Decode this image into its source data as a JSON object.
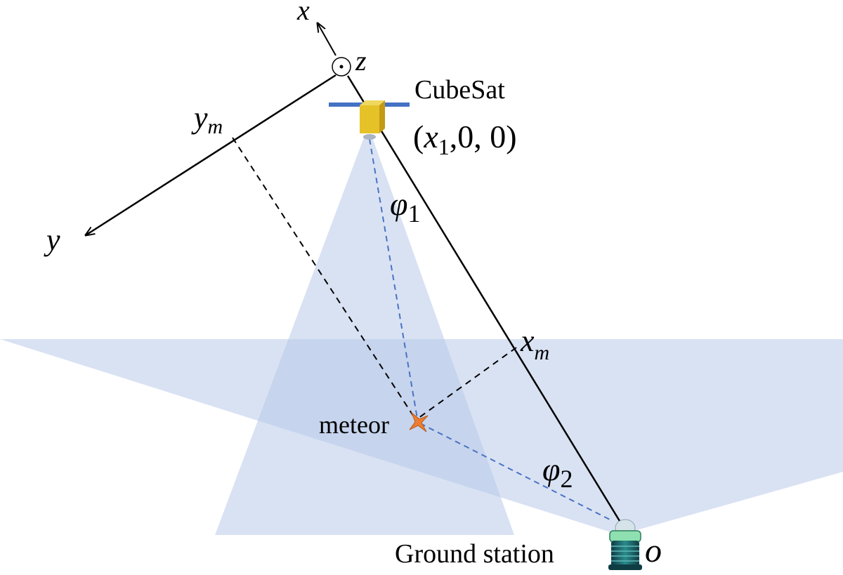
{
  "labels": {
    "axis_x": "x",
    "axis_y": "y",
    "axis_z": "z",
    "y_m": "y",
    "y_m_sub": "m",
    "x_m": "x",
    "x_m_sub": "m",
    "phi1": "φ",
    "phi1_sub": "1",
    "phi2": "φ",
    "phi2_sub": "2",
    "cubesat": "CubeSat",
    "coord_open": "(",
    "coord_x": "x",
    "coord_sub": "1",
    "coord_rest": ",0, 0)",
    "meteor": "meteor",
    "ground_station": "Ground station",
    "origin": "o"
  },
  "colors": {
    "fov_fill": "#b3c6e7",
    "dashed_blue": "#4a72c4",
    "dashed_black": "#000000",
    "solar_panel": "#4472c4",
    "cubesat_body": "#e6c229",
    "meteor": "#ee7d31",
    "station_body": "#2a8a8a"
  },
  "icons": {
    "satellite": "cubesat-icon",
    "meteor": "meteor-star-icon",
    "station": "ground-station-icon",
    "z_axis": "out-of-page-dot-icon"
  }
}
